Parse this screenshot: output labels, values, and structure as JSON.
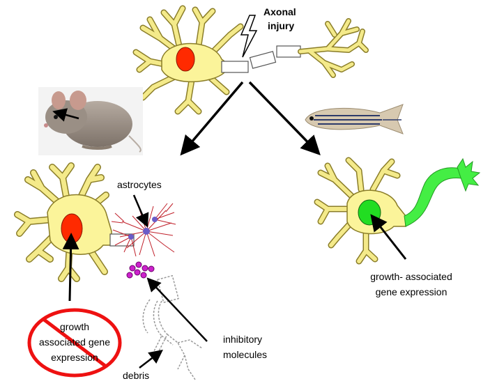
{
  "labels": {
    "injury": [
      "Axonal",
      "injury"
    ],
    "astrocytes": "astrocytes",
    "inhibitory": [
      "inhibitory",
      "molecules"
    ],
    "debris": "debris",
    "gae_left": [
      "growth",
      "associated gene",
      "expression"
    ],
    "gae_right": [
      "growth- associated",
      "gene expression"
    ]
  },
  "icons": {
    "top_neuron": "neuron-icon",
    "mouse": "mouse-icon",
    "fish": "zebrafish-icon",
    "lightning": "lightning-icon",
    "no_sign": "prohibition-icon"
  },
  "colors": {
    "neuron": "#fbf49a",
    "neuron_outline": "#8a7d28",
    "nucleus_red": "#ff2a00",
    "nucleus_green": "#22dd22",
    "axon_regrow": "#44ee44",
    "prohibition": "#ee1111",
    "astrocyte": "#c0202a",
    "inhibitory_molecule": "#cc22cc"
  }
}
